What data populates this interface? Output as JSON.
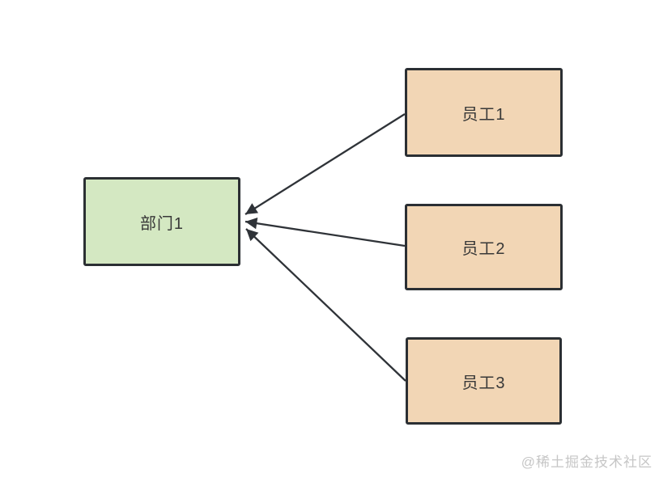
{
  "diagram": {
    "type": "org-relationship-diagram",
    "department": {
      "id": "department-1",
      "label": "部门1",
      "fill": "#d4e8c2",
      "border": "#2b2f33"
    },
    "employees": [
      {
        "id": "employee-1",
        "label": "员工1",
        "fill": "#f2d6b5",
        "border": "#2b2f33"
      },
      {
        "id": "employee-2",
        "label": "员工2",
        "fill": "#f2d6b5",
        "border": "#2b2f33"
      },
      {
        "id": "employee-3",
        "label": "员工3",
        "fill": "#f2d6b5",
        "border": "#2b2f33"
      }
    ],
    "edges": [
      {
        "from": "员工1",
        "to": "部门1",
        "style": "arrow"
      },
      {
        "from": "员工2",
        "to": "部门1",
        "style": "arrow"
      },
      {
        "from": "员工3",
        "to": "部门1",
        "style": "arrow"
      }
    ],
    "edge_color": "#2f3338"
  },
  "watermark": {
    "text": "@稀土掘金技术社区",
    "color": "#c6c6c6"
  }
}
